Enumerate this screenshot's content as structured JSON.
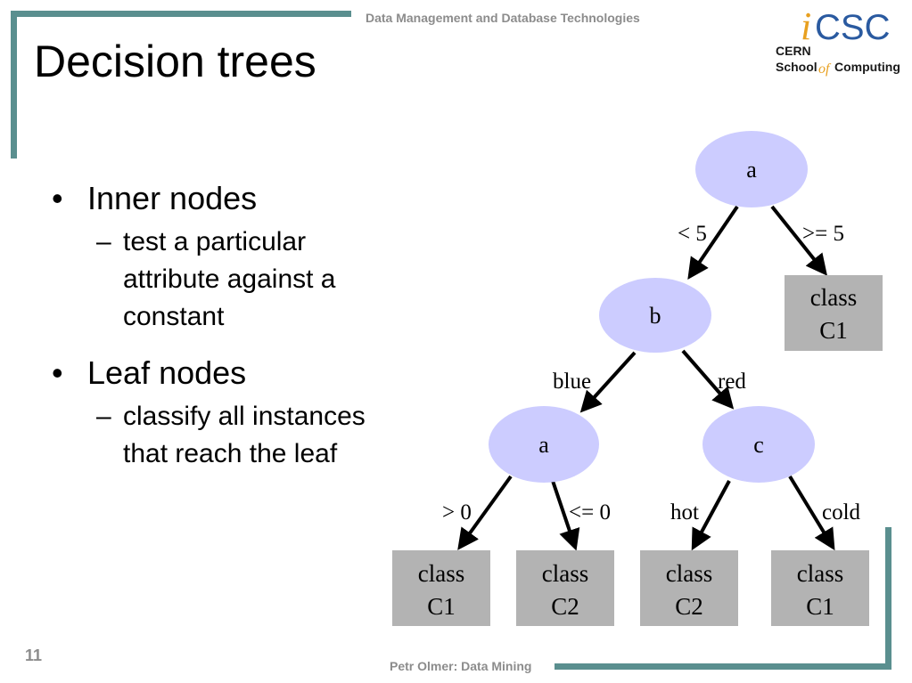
{
  "header": {
    "text": "Data Management and Database Technologies"
  },
  "title": "Decision trees",
  "logo": {
    "line1": "iCSC",
    "line2": "CERN",
    "line3a": "School",
    "line3b": "of",
    "line3c": "Computing"
  },
  "bullets": [
    {
      "text": "Inner nodes",
      "sub": [
        "test a particular",
        "attribute against a",
        "constant"
      ]
    },
    {
      "text": "Leaf nodes",
      "sub": [
        "classify all instances",
        "that reach the leaf"
      ]
    }
  ],
  "glyphs": {
    "bullet": "•",
    "dash": "–"
  },
  "tree": {
    "nodes": {
      "root": "a",
      "b": "b",
      "a2": "a",
      "c": "c"
    },
    "edges": {
      "lt5": "< 5",
      "ge5": ">= 5",
      "blue": "blue",
      "red": "red",
      "gt0": "> 0",
      "le0": "<= 0",
      "hot": "hot",
      "cold": "cold"
    },
    "leaves": [
      {
        "line1": "class",
        "line2": "C1"
      },
      {
        "line1": "class",
        "line2": "C1"
      },
      {
        "line1": "class",
        "line2": "C2"
      },
      {
        "line1": "class",
        "line2": "C2"
      },
      {
        "line1": "class",
        "line2": "C1"
      }
    ]
  },
  "footer": {
    "slide_number": "11",
    "text": "Petr Olmer: Data Mining"
  },
  "colors": {
    "frame": "#5a8f8f",
    "node_fill": "#ccccff",
    "leaf_fill": "#b3b3b3",
    "muted_text": "#8c8c8c"
  }
}
